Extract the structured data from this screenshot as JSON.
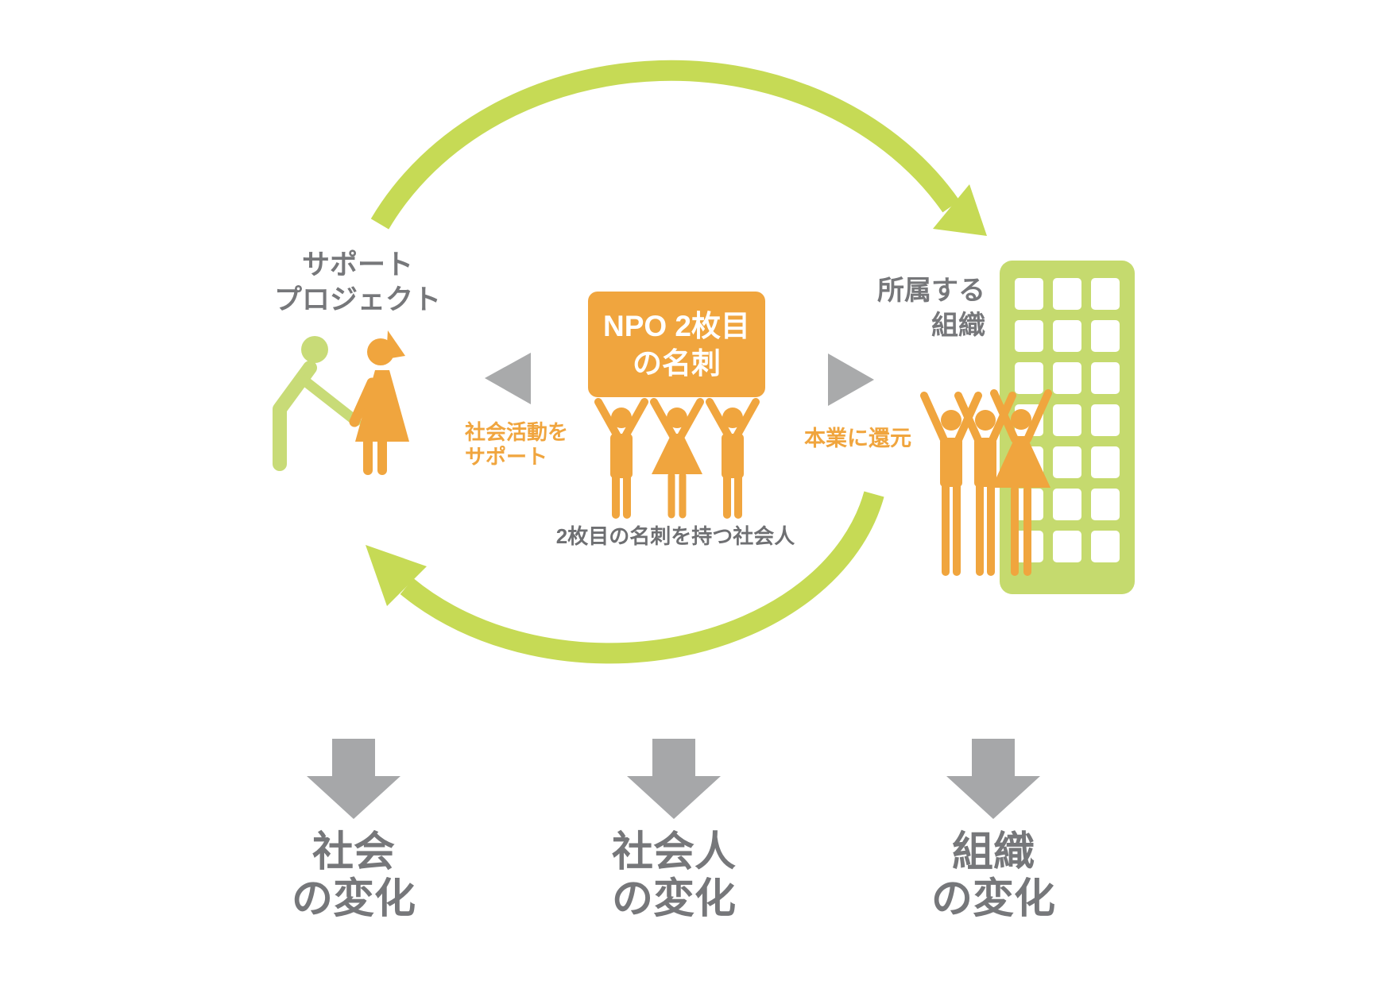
{
  "colors": {
    "orange": "#F0A53E",
    "green_arc": "#C6DA55",
    "green_figure": "#C8DB77",
    "green_building": "#C5DA6E",
    "gray_arrow": "#A6A7A9",
    "gray_triangle": "#A9AAAB",
    "white": "#FFFFFF"
  },
  "labels": {
    "support_project": {
      "line1": "サポート",
      "line2": "プロジェクト"
    },
    "organization": {
      "line1": "所属する",
      "line2": "組織"
    },
    "npo_sign": {
      "line1": "NPO 2枚目",
      "line2": "の名刺"
    },
    "support_activities": {
      "line1": "社会活動を",
      "line2": "サポート"
    },
    "return_to_business": "本業に還元",
    "center_caption": "2枚目の名刺を持つ社会人",
    "change_society": {
      "line1": "社会",
      "line2": "の変化"
    },
    "change_worker": {
      "line1": "社会人",
      "line2": "の変化"
    },
    "change_org": {
      "line1": "組織",
      "line2": "の変化"
    }
  },
  "icons": {
    "cycle_top": "curved-arrow-clockwise",
    "cycle_bottom": "curved-arrow-clockwise",
    "handshake": "two-people-handshake-pictogram",
    "sign_holders": "three-people-holding-sign-pictogram",
    "cheering": "three-people-cheering-pictogram",
    "building": "office-building-with-windows",
    "triangle_left": "triangle-pointing-left",
    "triangle_right": "triangle-pointing-right",
    "down_arrow": "block-arrow-down"
  }
}
